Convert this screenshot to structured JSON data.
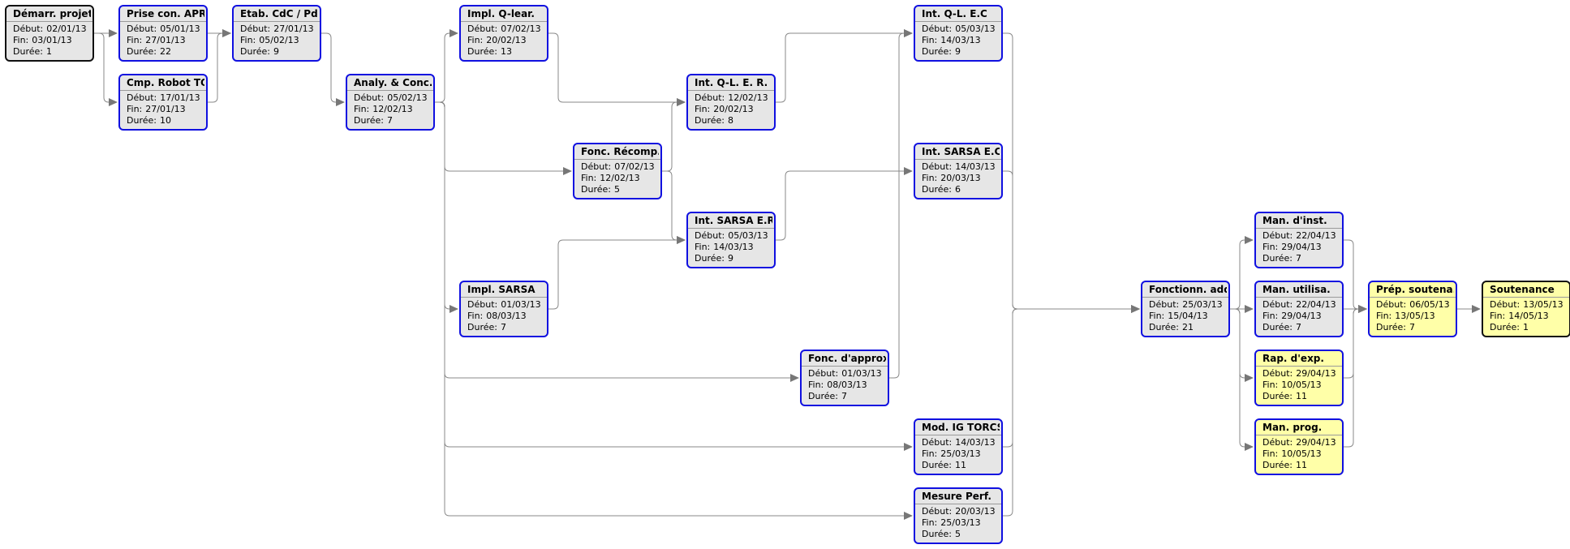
{
  "labels": {
    "start": "Début:",
    "end": "Fin:",
    "duration": "Durée:"
  },
  "colors": {
    "border": "#1010e0",
    "border_done": "#101010",
    "fill": "#e6e6e6",
    "fill_future": "#ffffa8",
    "edge": "#888888",
    "arrow": "#777777"
  },
  "tasks": [
    {
      "id": "demarr",
      "title": "Démarr. projet",
      "start": "02/01/13",
      "end": "03/01/13",
      "duration": "1",
      "state": "done"
    },
    {
      "id": "prise",
      "title": "Prise con. APR",
      "start": "05/01/13",
      "end": "27/01/13",
      "duration": "22",
      "state": "normal"
    },
    {
      "id": "cmp",
      "title": "Cmp. Robot TO...",
      "start": "17/01/13",
      "end": "27/01/13",
      "duration": "10",
      "state": "normal"
    },
    {
      "id": "etab",
      "title": "Etab. CdC / PdD",
      "start": "27/01/13",
      "end": "05/02/13",
      "duration": "9",
      "state": "normal"
    },
    {
      "id": "analy",
      "title": "Analy. & Conc.",
      "start": "05/02/13",
      "end": "12/02/13",
      "duration": "7",
      "state": "normal"
    },
    {
      "id": "implq",
      "title": "Impl. Q-lear.",
      "start": "07/02/13",
      "end": "20/02/13",
      "duration": "13",
      "state": "normal"
    },
    {
      "id": "impls",
      "title": "Impl. SARSA",
      "start": "01/03/13",
      "end": "08/03/13",
      "duration": "7",
      "state": "normal"
    },
    {
      "id": "fonc",
      "title": "Fonc. Récomp.",
      "start": "07/02/13",
      "end": "12/02/13",
      "duration": "5",
      "state": "normal"
    },
    {
      "id": "intqler",
      "title": "Int. Q-L. E. R.",
      "start": "12/02/13",
      "end": "20/02/13",
      "duration": "8",
      "state": "normal"
    },
    {
      "id": "intser",
      "title": "Int. SARSA E.R.",
      "start": "05/03/13",
      "end": "14/03/13",
      "duration": "9",
      "state": "normal"
    },
    {
      "id": "foncapp",
      "title": "Fonc. d'approxi",
      "start": "01/03/13",
      "end": "08/03/13",
      "duration": "7",
      "state": "normal"
    },
    {
      "id": "intqlec",
      "title": "Int. Q-L. E.C",
      "start": "05/03/13",
      "end": "14/03/13",
      "duration": "9",
      "state": "normal"
    },
    {
      "id": "intsec",
      "title": "Int. SARSA E.C",
      "start": "14/03/13",
      "end": "20/03/13",
      "duration": "6",
      "state": "normal"
    },
    {
      "id": "mod",
      "title": "Mod. IG TORCS",
      "start": "14/03/13",
      "end": "25/03/13",
      "duration": "11",
      "state": "normal"
    },
    {
      "id": "mesure",
      "title": "Mesure Perf.",
      "start": "20/03/13",
      "end": "25/03/13",
      "duration": "5",
      "state": "normal"
    },
    {
      "id": "fonctadd",
      "title": "Fonctionn. add.",
      "start": "25/03/13",
      "end": "15/04/13",
      "duration": "21",
      "state": "normal"
    },
    {
      "id": "maninst",
      "title": "Man. d'inst.",
      "start": "22/04/13",
      "end": "29/04/13",
      "duration": "7",
      "state": "normal"
    },
    {
      "id": "manutil",
      "title": "Man. utilisa.",
      "start": "22/04/13",
      "end": "29/04/13",
      "duration": "7",
      "state": "normal"
    },
    {
      "id": "rapexp",
      "title": "Rap. d'exp.",
      "start": "29/04/13",
      "end": "10/05/13",
      "duration": "11",
      "state": "future"
    },
    {
      "id": "manprog",
      "title": "Man. prog.",
      "start": "29/04/13",
      "end": "10/05/13",
      "duration": "11",
      "state": "future"
    },
    {
      "id": "prepsout",
      "title": "Prép. soutena...",
      "start": "06/05/13",
      "end": "13/05/13",
      "duration": "7",
      "state": "future"
    },
    {
      "id": "soutenance",
      "title": "Soutenance",
      "start": "13/05/13",
      "end": "14/05/13",
      "duration": "1",
      "state": "future-done"
    }
  ],
  "dependencies": [
    [
      "demarr",
      "prise"
    ],
    [
      "demarr",
      "cmp"
    ],
    [
      "prise",
      "etab"
    ],
    [
      "cmp",
      "etab"
    ],
    [
      "etab",
      "analy"
    ],
    [
      "analy",
      "implq"
    ],
    [
      "analy",
      "impls"
    ],
    [
      "analy",
      "fonc"
    ],
    [
      "analy",
      "foncapp"
    ],
    [
      "analy",
      "mod"
    ],
    [
      "analy",
      "mesure"
    ],
    [
      "implq",
      "intqler"
    ],
    [
      "fonc",
      "intqler"
    ],
    [
      "impls",
      "intser"
    ],
    [
      "fonc",
      "intser"
    ],
    [
      "intqler",
      "intqlec"
    ],
    [
      "foncapp",
      "intqlec"
    ],
    [
      "intser",
      "intsec"
    ],
    [
      "intqlec",
      "fonctadd"
    ],
    [
      "intsec",
      "fonctadd"
    ],
    [
      "mod",
      "fonctadd"
    ],
    [
      "mesure",
      "fonctadd"
    ],
    [
      "fonctadd",
      "maninst"
    ],
    [
      "fonctadd",
      "manutil"
    ],
    [
      "fonctadd",
      "rapexp"
    ],
    [
      "fonctadd",
      "manprog"
    ],
    [
      "maninst",
      "prepsout"
    ],
    [
      "manutil",
      "prepsout"
    ],
    [
      "rapexp",
      "prepsout"
    ],
    [
      "manprog",
      "prepsout"
    ],
    [
      "prepsout",
      "soutenance"
    ]
  ]
}
